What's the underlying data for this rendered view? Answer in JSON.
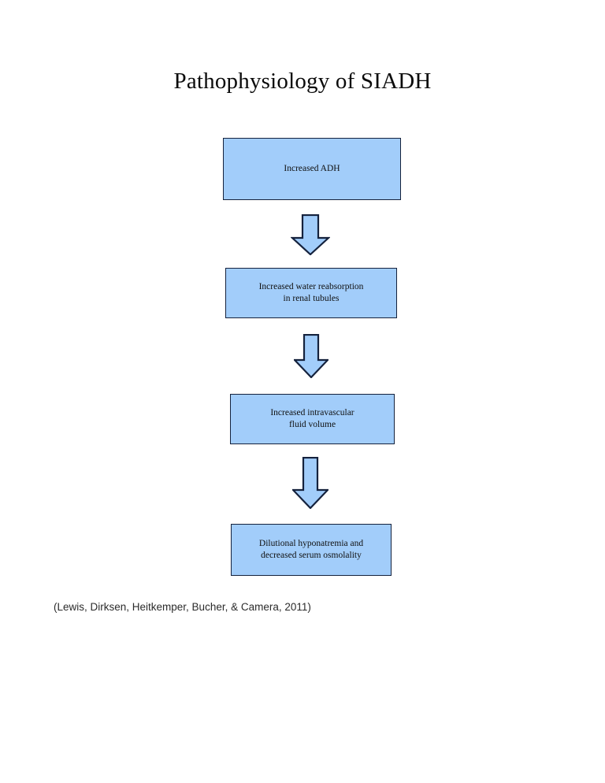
{
  "document": {
    "title": "Pathophysiology of SIADH",
    "background_color": "#ffffff",
    "text_color": "#101010"
  },
  "theme": {
    "box_fill": "#a2cdfa",
    "box_border": "#15223d",
    "arrow_fill": "#a2cdfa",
    "arrow_border": "#15223d",
    "citation_color": "#2b2b2b"
  },
  "flowchart": {
    "type": "vertical-flow",
    "direction": "top-to-bottom",
    "nodes": [
      {
        "id": "node-1",
        "label": "Increased ADH",
        "lines": [
          "Increased ADH"
        ]
      },
      {
        "id": "node-2",
        "label": "Increased water reabsorption in renal tubules",
        "lines": [
          "Increased water reabsorption",
          "in renal tubules"
        ]
      },
      {
        "id": "node-3",
        "label": "Increased intravascular fluid volume",
        "lines": [
          "Increased intravascular",
          "fluid volume"
        ]
      },
      {
        "id": "node-4",
        "label": "Dilutional hyponatremia and decreased serum osmolality",
        "lines": [
          "Dilutional hyponatremia and",
          "decreased serum osmolality"
        ]
      }
    ],
    "connectors": [
      {
        "id": "connector-1",
        "icon": "down-arrow-icon",
        "from": "node-1",
        "to": "node-2"
      },
      {
        "id": "connector-2",
        "icon": "down-arrow-icon",
        "from": "node-2",
        "to": "node-3"
      },
      {
        "id": "connector-3",
        "icon": "down-arrow-icon",
        "from": "node-3",
        "to": "node-4"
      }
    ]
  },
  "citation": {
    "text": "(Lewis, Dirksen, Heitkemper, Bucher, & Camera, 2011)"
  }
}
